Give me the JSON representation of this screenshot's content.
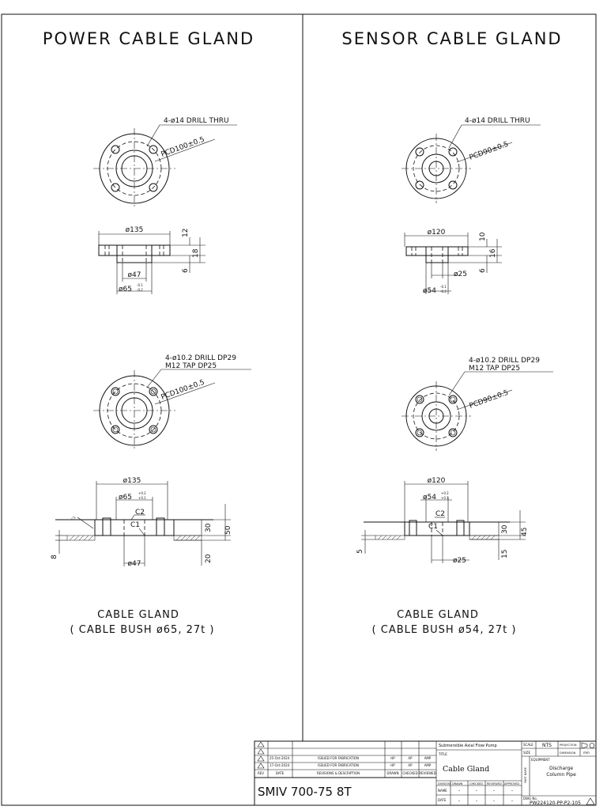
{
  "panels": {
    "left": {
      "title": "POWER CABLE GLAND",
      "top_flange": {
        "hole_note": "4-ø14 DRILL THRU",
        "pcd": "PCD100±0.5"
      },
      "top_section": {
        "dia_outer": "ø135",
        "t1": "12",
        "t2": "18",
        "t3": "6",
        "dia_inner": "ø47",
        "dia_boss": "ø65",
        "tol_upper": "-0.1",
        "tol_lower": "-0.2"
      },
      "bottom_flange": {
        "hole_note_1": "4-ø10.2 DRILL DP29",
        "hole_note_2": "M12 TAP DP25",
        "pcd": "PCD100±0.5"
      },
      "bottom_section": {
        "dia_outer": "ø135",
        "dia_boss": "ø65",
        "tol_upper": "+0.2",
        "tol_lower": "+0.1",
        "c2": "C2",
        "c1": "C1",
        "c1_side": "C1",
        "d30": "30",
        "d50": "50",
        "d20": "20",
        "d8": "8",
        "dia_inner": "ø47"
      },
      "caption_1": "CABLE GLAND",
      "caption_2": "( CABLE BUSH ø65, 27t )"
    },
    "right": {
      "title": "SENSOR CABLE GLAND",
      "top_flange": {
        "hole_note": "4-ø14 DRILL THRU",
        "pcd": "PCD90±0.5"
      },
      "top_section": {
        "dia_outer": "ø120",
        "t1": "10",
        "t2": "16",
        "t3": "6",
        "dia_inner": "ø25",
        "dia_boss": "ø54",
        "tol_upper": "-0.1",
        "tol_lower": "-0.2"
      },
      "bottom_flange": {
        "hole_note_1": "4-ø10.2 DRILL DP29",
        "hole_note_2": "M12 TAP DP25",
        "pcd": "PCD90±0.5"
      },
      "bottom_section": {
        "dia_outer": "ø120",
        "dia_boss": "ø54",
        "tol_upper": "+0.2",
        "tol_lower": "+0.1",
        "c2": "C2",
        "c1": "C1",
        "d30": "30",
        "d45": "45",
        "d15": "15",
        "d5": "5",
        "dia_inner": "ø25"
      },
      "caption_1": "CABLE GLAND",
      "caption_2": "( CABLE BUSH ø54, 27t )"
    }
  },
  "title_block": {
    "revisions": [
      {
        "rev": "",
        "date": "",
        "desc": ""
      },
      {
        "rev": "",
        "date": "25-Oct-2024",
        "desc": "ISSUED FOR FABRICATION",
        "drawn": "HP",
        "checked": "AP",
        "approved": "AMP"
      },
      {
        "rev": "",
        "date": "17-Oct-2024",
        "desc": "ISSUED FOR FABRICATION",
        "drawn": "HP",
        "checked": "AP",
        "approved": "AMP"
      }
    ],
    "rev_header": {
      "rev": "REV",
      "date": "DATE",
      "desc": "REVISIONS & DESCRIPTION",
      "drawn": "DRAWN",
      "checked": "CHECKED",
      "reviewed": "REVIEWED"
    },
    "project_no": "SMIV 700-75 8T",
    "project": "Submersible Axial Flow Pump",
    "title_label": "TITLE",
    "title": "Cable Gland",
    "sign_header": {
      "division": "DIVISION",
      "drawn": "DRAWN",
      "checked": "CHECKED",
      "reviewed": "REVIEWED",
      "approved": "APPROVED"
    },
    "sign_rows": {
      "name": "NAME",
      "date": "DATE",
      "dash": "-"
    },
    "scale_label": "SCALE",
    "scale": "NTS",
    "projection_label": "PROJECTION",
    "size_label": "SIZE",
    "dimension_label": "DIMENSION",
    "dimension_unit": "mm",
    "equipment_label": "EQUIPMENT",
    "equipment_1": "Discharge",
    "equipment_2": "Column Pipe",
    "part_label": "PART NAME",
    "dwg_label": "DWG No.",
    "dwg_no": "PW224120-PP-P2-105"
  }
}
